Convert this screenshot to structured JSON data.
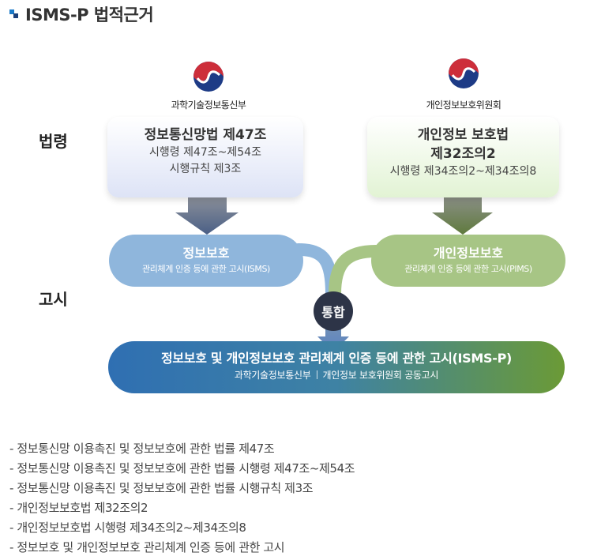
{
  "title": "ISMS-P 법적근거",
  "colors": {
    "bullet_light": "#1a7ac9",
    "bullet_dark": "#1a3f7a",
    "law_left_gradient_end": "#dde3f6",
    "law_right_gradient_end": "#e2f3d4",
    "pill_left": "#8fb6dc",
    "pill_right": "#a7c585",
    "merge_circle": "#2d3447",
    "bottom_gradient_start": "#2f6fb2",
    "bottom_gradient_end": "#6b9a36",
    "arrow_left": "#4a5f86",
    "arrow_right": "#5f7a3d"
  },
  "labels": {
    "law": "법령",
    "notice": "고시"
  },
  "ministries": {
    "left": {
      "icon": "government-emblem-icon",
      "name": "과학기술정보통신부"
    },
    "right": {
      "icon": "government-emblem-icon",
      "name": "개인정보보호위원회"
    }
  },
  "laws": {
    "left": {
      "title": "정보통신망법 제47조",
      "line2": "시행령 제47조~제54조",
      "line3": "시행규칙 제3조"
    },
    "right": {
      "title": "개인정보 보호법",
      "title2": "제32조의2",
      "line2": "시행령 제34조의2~제34조의8"
    }
  },
  "notices": {
    "left": {
      "title": "정보보호",
      "subtitle": "관리체계 인증 등에 관한 고시(ISMS)"
    },
    "right": {
      "title": "개인정보보호",
      "subtitle": "관리체계 인증 등에 관한 고시(PIMS)"
    }
  },
  "merge_label": "통합",
  "integrated": {
    "title": "정보보호 및 개인정보보호 관리체계 인증 등에 관한 고시(ISMS-P)",
    "org_left": "과학기술정보통신부",
    "org_right": "개인정보 보호위원회 공동고시"
  },
  "references": [
    "정보통신망 이용촉진 및 정보보호에 관한 법률 제47조",
    "정보통신망 이용촉진 및 정보보호에 관한 법률 시행령 제47조~제54조",
    "정보통신망 이용촉진 및 정보보호에 관한 법률 시행규칙 제3조",
    "개인정보보호법 제32조의2",
    "개인정보보호법 시행령 제34조의2~제34조의8",
    "정보보호 및 개인정보보호 관리체계 인증 등에 관한 고시"
  ]
}
